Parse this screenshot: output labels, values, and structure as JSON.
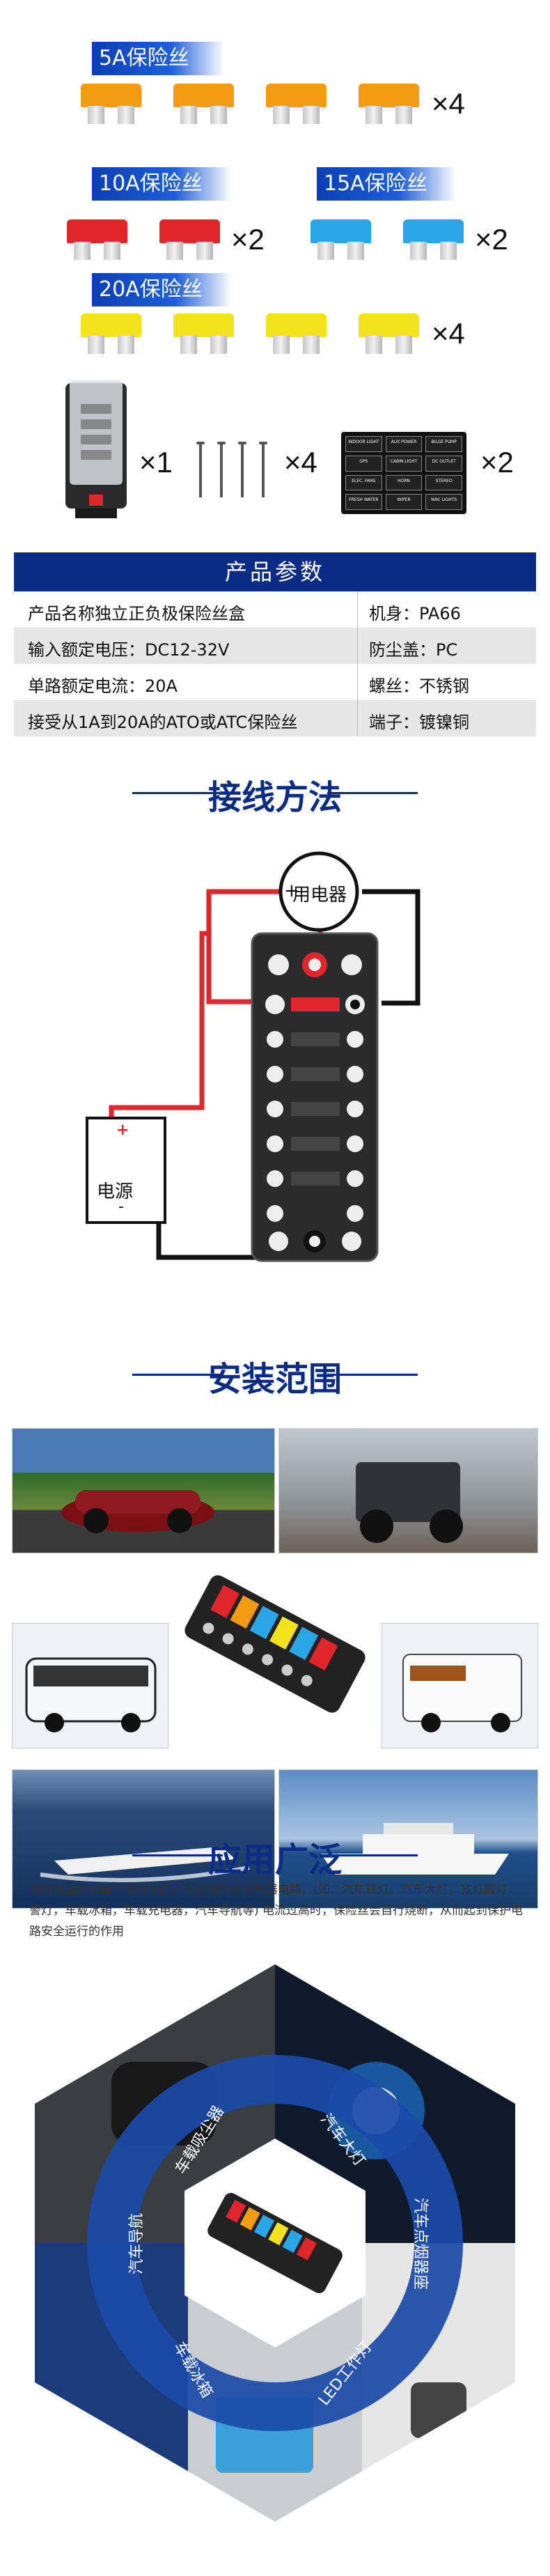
{
  "fuse_groups": [
    {
      "label": "5A保险丝",
      "count": "×4",
      "color": "#f59b12",
      "number": "5"
    },
    {
      "label": "10A保险丝",
      "count": "×2",
      "color": "#e0262a",
      "number": "10"
    },
    {
      "label": "15A保险丝",
      "count": "×2",
      "color": "#2aa6e6",
      "number": "15"
    },
    {
      "label": "20A保险丝",
      "count": "×4",
      "color": "#f4e21a",
      "number": "20"
    }
  ],
  "accessories": {
    "box_count": "×1",
    "screw_count": "×4",
    "label_count": "×2"
  },
  "sticker_labels": [
    "INDOOR LIGHT",
    "AUX POWER",
    "BILGE PUMP",
    "GPS",
    "CABIN LIGHT",
    "DC OUTLET",
    "ELEC. FANS",
    "HORN",
    "STEREO",
    "FRESH WATER",
    "WIPER",
    "NAV. LIGHTS"
  ],
  "params": {
    "title": "产品参数",
    "rows": [
      {
        "c1": "产品名称独立正负极保险丝盒",
        "c2": "机身：PA66"
      },
      {
        "c1": "输入额定电压：DC12-32V",
        "c2": "防尘盖：PC"
      },
      {
        "c1": "单路额定电流：20A",
        "c2": "螺丝：不锈钢"
      },
      {
        "c1": "接受从1A到20A的ATO或ATC保险丝",
        "c2": "端子：镀镍铜"
      }
    ]
  },
  "wiring": {
    "title": "接线方法",
    "load_label": "用电器",
    "source_label": "电源",
    "plus": "+",
    "minus": "-",
    "inner_plus": "+",
    "inner_minus": "-"
  },
  "install": {
    "title": "安装范围"
  },
  "application": {
    "title": "应用广泛",
    "description": "保险丝盒中的每个保险丝都可以连接到任何电器电路，(如：汽车顶灯，汽车大灯，宽灯雾灯，警灯，车载冰箱，车载充电器，汽车导航等) 电流过高时，保险丝会自行烧断，从而起到保护电路安全运行的作用",
    "segments": [
      "车载吸尘器",
      "汽车大灯",
      "汽车点烟器座",
      "LED工作灯",
      "车载冰箱",
      "汽车导航"
    ]
  },
  "colors": {
    "navy": "#0b2c86",
    "blue": "#1e5fd9",
    "red": "#e0262a",
    "black": "#111111"
  }
}
